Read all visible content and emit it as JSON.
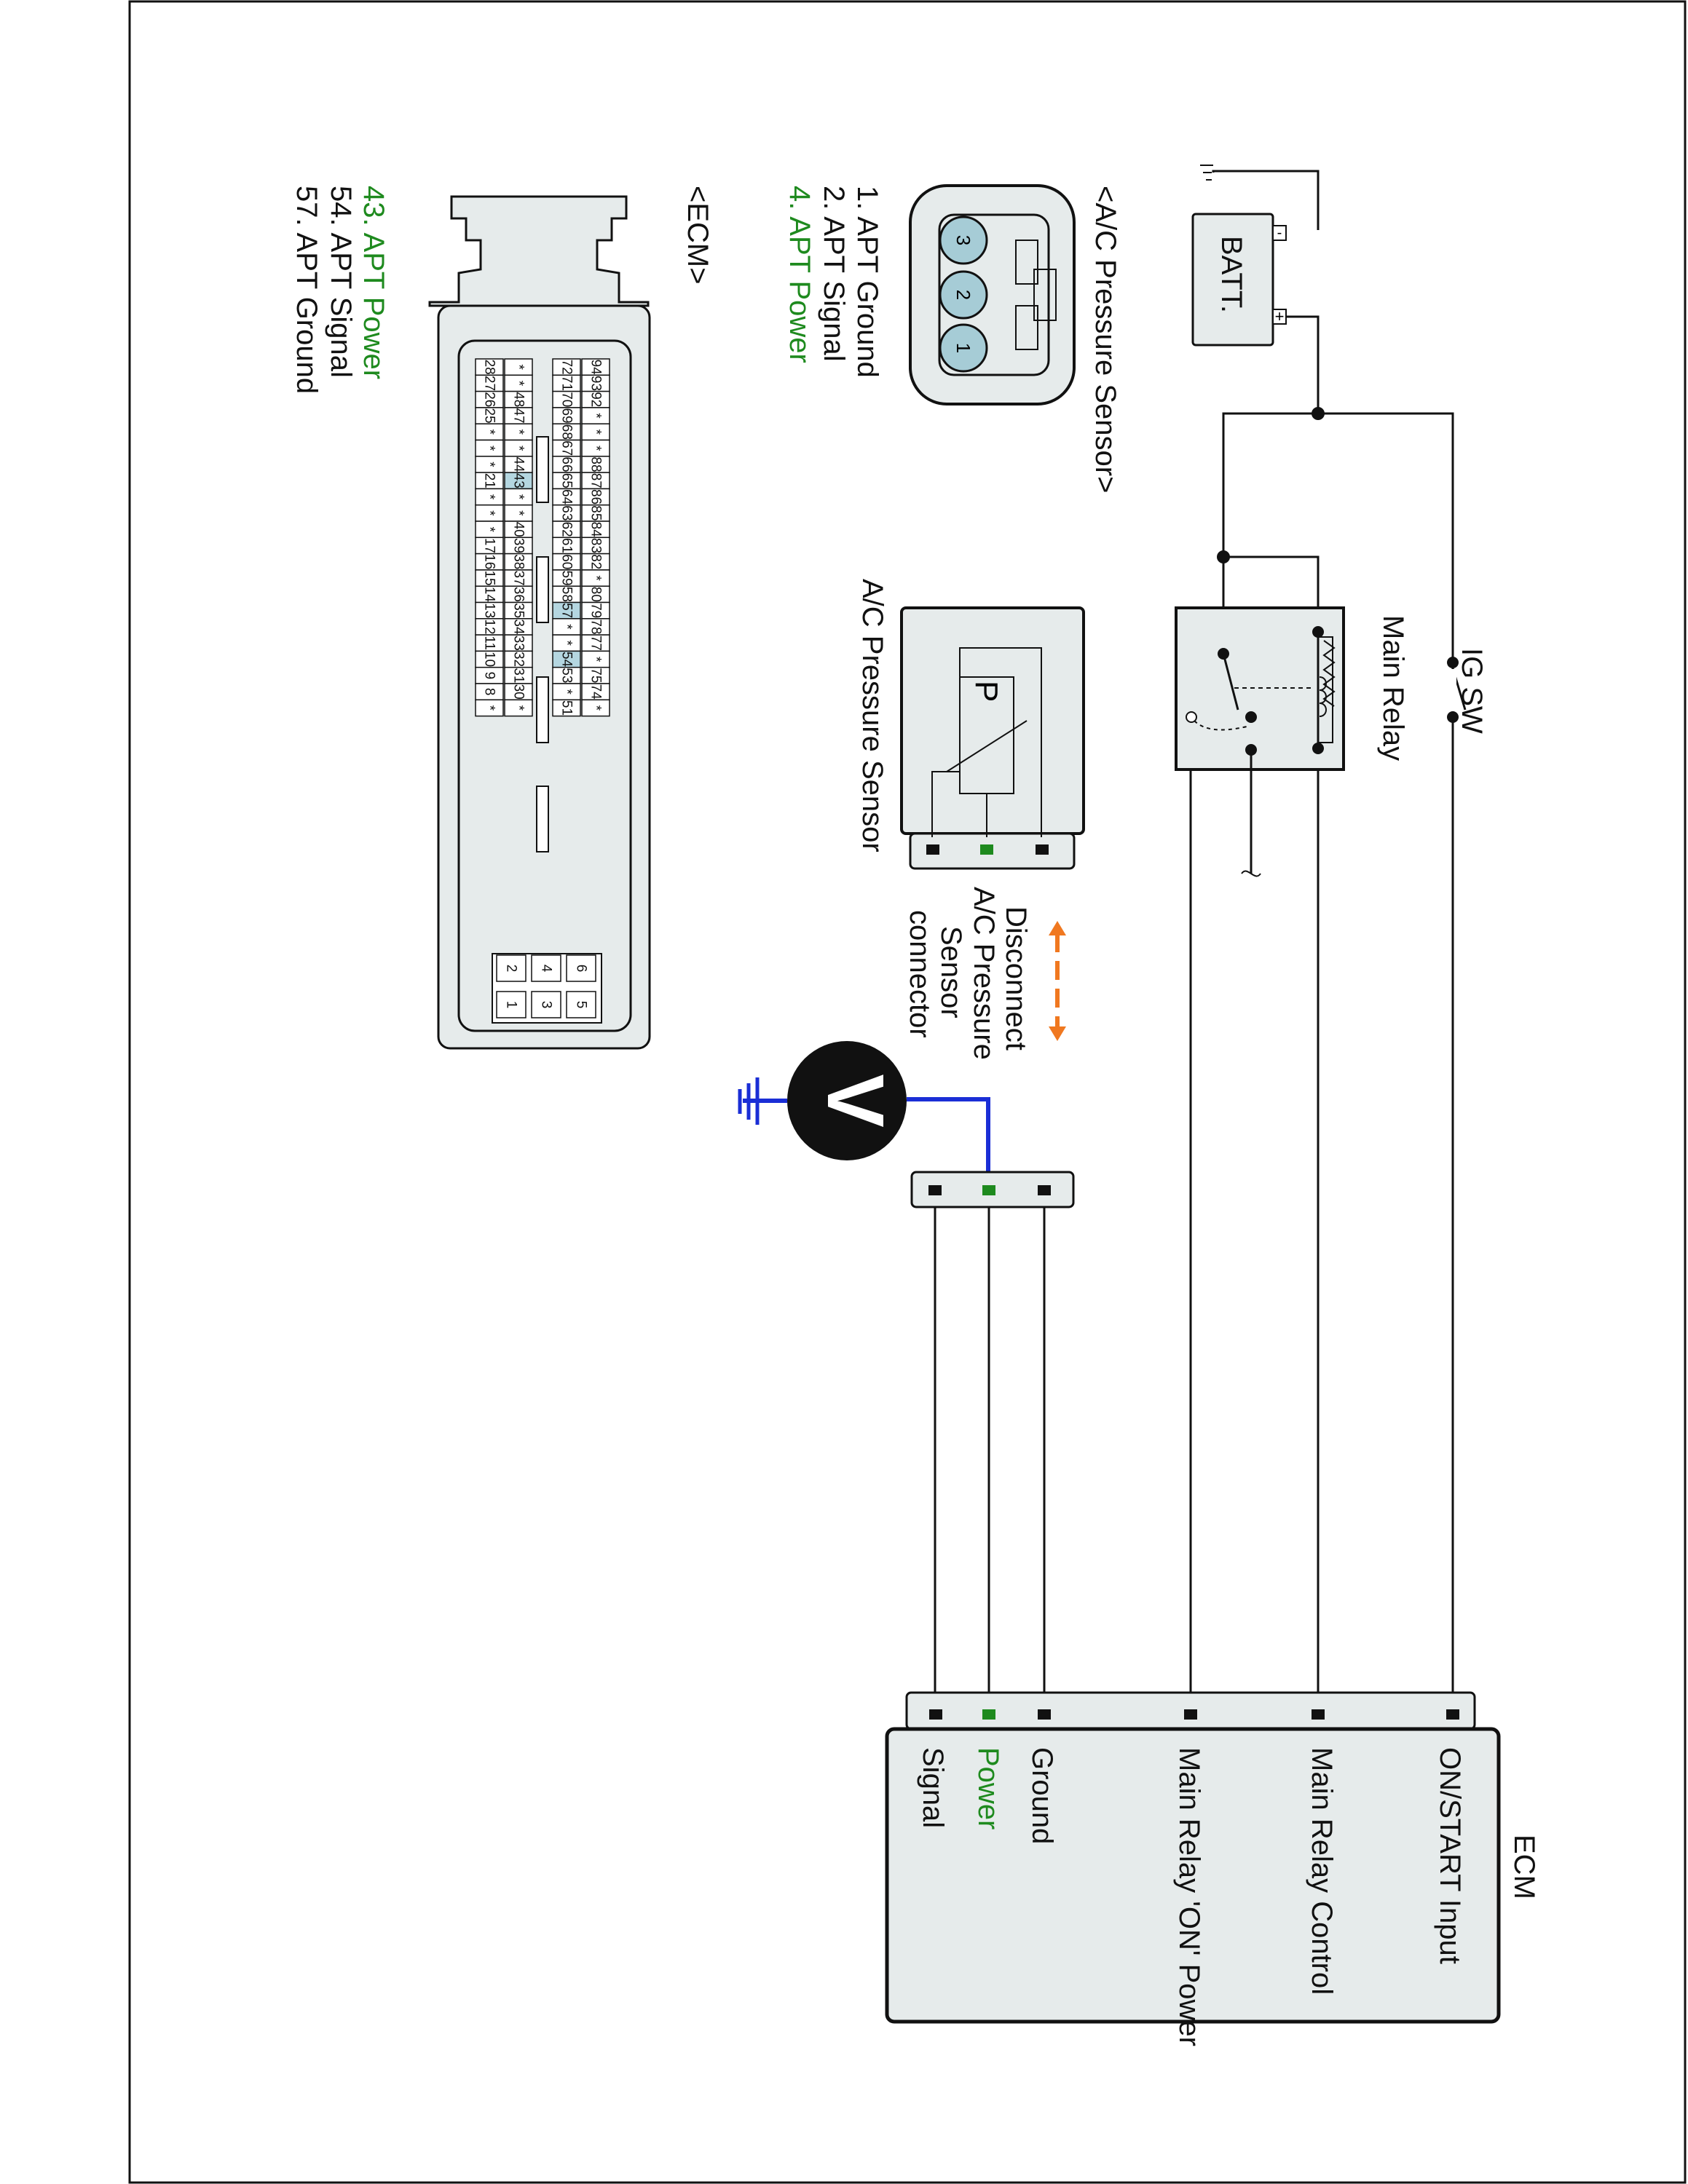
{
  "battery": {
    "label": "BATT.",
    "minus": "-",
    "plus": "+"
  },
  "ig_switch": {
    "label": "IG SW"
  },
  "main_relay": {
    "label": "Main Relay"
  },
  "sensor_block": {
    "label": "A/C Pressure Sensor",
    "symbol": "P"
  },
  "disconnect_note": {
    "lines": [
      "Disconnect",
      "A/C Pressure",
      "Sensor",
      "connector"
    ]
  },
  "voltmeter": {
    "symbol": "V"
  },
  "ecm": {
    "title": "ECM",
    "terminals": [
      "ON/START  Input",
      "Main Relay Control",
      "Main Relay 'ON' Power",
      "Ground",
      "Power",
      "Signal"
    ]
  },
  "ac_connector": {
    "title": "<A/C Pressure Sensor>",
    "pins": [
      "3",
      "2",
      "1"
    ],
    "legend": [
      "1. APT Ground",
      "2. APT Signal",
      "4. APT Power"
    ]
  },
  "ecm_connector": {
    "title": "<ECM>",
    "legend": [
      "43. APT Power",
      "54. APT Signal",
      "57. APT Ground"
    ],
    "rows": [
      [
        "94",
        "93",
        "92",
        "*",
        "*",
        "*",
        "88",
        "87",
        "86",
        "85",
        "84",
        "83",
        "82",
        "*",
        "80",
        "79",
        "78",
        "77",
        "*",
        "75",
        "74",
        "*"
      ],
      [
        "72",
        "71",
        "70",
        "69",
        "68",
        "67",
        "66",
        "65",
        "64",
        "63",
        "62",
        "61",
        "60",
        "59",
        "58",
        "57",
        "*",
        "*",
        "54",
        "53",
        "*",
        "51"
      ],
      [
        "*",
        "*",
        "48",
        "47",
        "*",
        "*",
        "44",
        "43",
        "*",
        "*",
        "40",
        "39",
        "38",
        "37",
        "36",
        "35",
        "34",
        "33",
        "32",
        "31",
        "30",
        "*"
      ],
      [
        "28",
        "27",
        "26",
        "25",
        "*",
        "*",
        "*",
        "21",
        "*",
        "*",
        "*",
        "17",
        "16",
        "15",
        "14",
        "13",
        "12",
        "11",
        "10",
        "9",
        "8",
        "*"
      ]
    ],
    "small_block": [
      [
        "6",
        "5"
      ],
      [
        "4",
        "3"
      ],
      [
        "2",
        "1"
      ]
    ],
    "highlight": [
      "43",
      "57",
      "54"
    ]
  },
  "colors": {
    "power": "#1e8a1e",
    "meter_lead": "#1a2ed6",
    "arrow": "#f07820",
    "ecm_fill": "#e6ebeb",
    "pin_highlight": "#b4d6e0"
  }
}
